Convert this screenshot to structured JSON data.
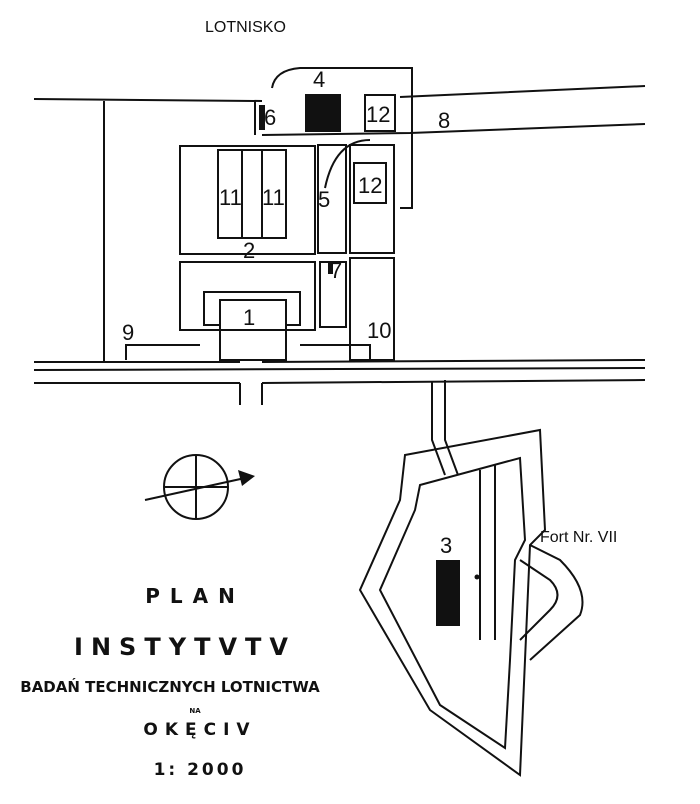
{
  "map": {
    "top_label": "LOTNISKO",
    "building_labels": [
      "1",
      "2",
      "3",
      "4",
      "5",
      "6",
      "7",
      "8",
      "9",
      "10",
      "11",
      "11",
      "12",
      "12"
    ],
    "fort_label": "Fort Nr. VII",
    "title": {
      "line1": "PLAN",
      "line2": "INSTYTVTV",
      "line3": "BADAŃ TECHNICZNYCH LOTNICTWA",
      "line4": "NA",
      "line5": "OKĘCIV",
      "scale": "1: 2000"
    }
  }
}
